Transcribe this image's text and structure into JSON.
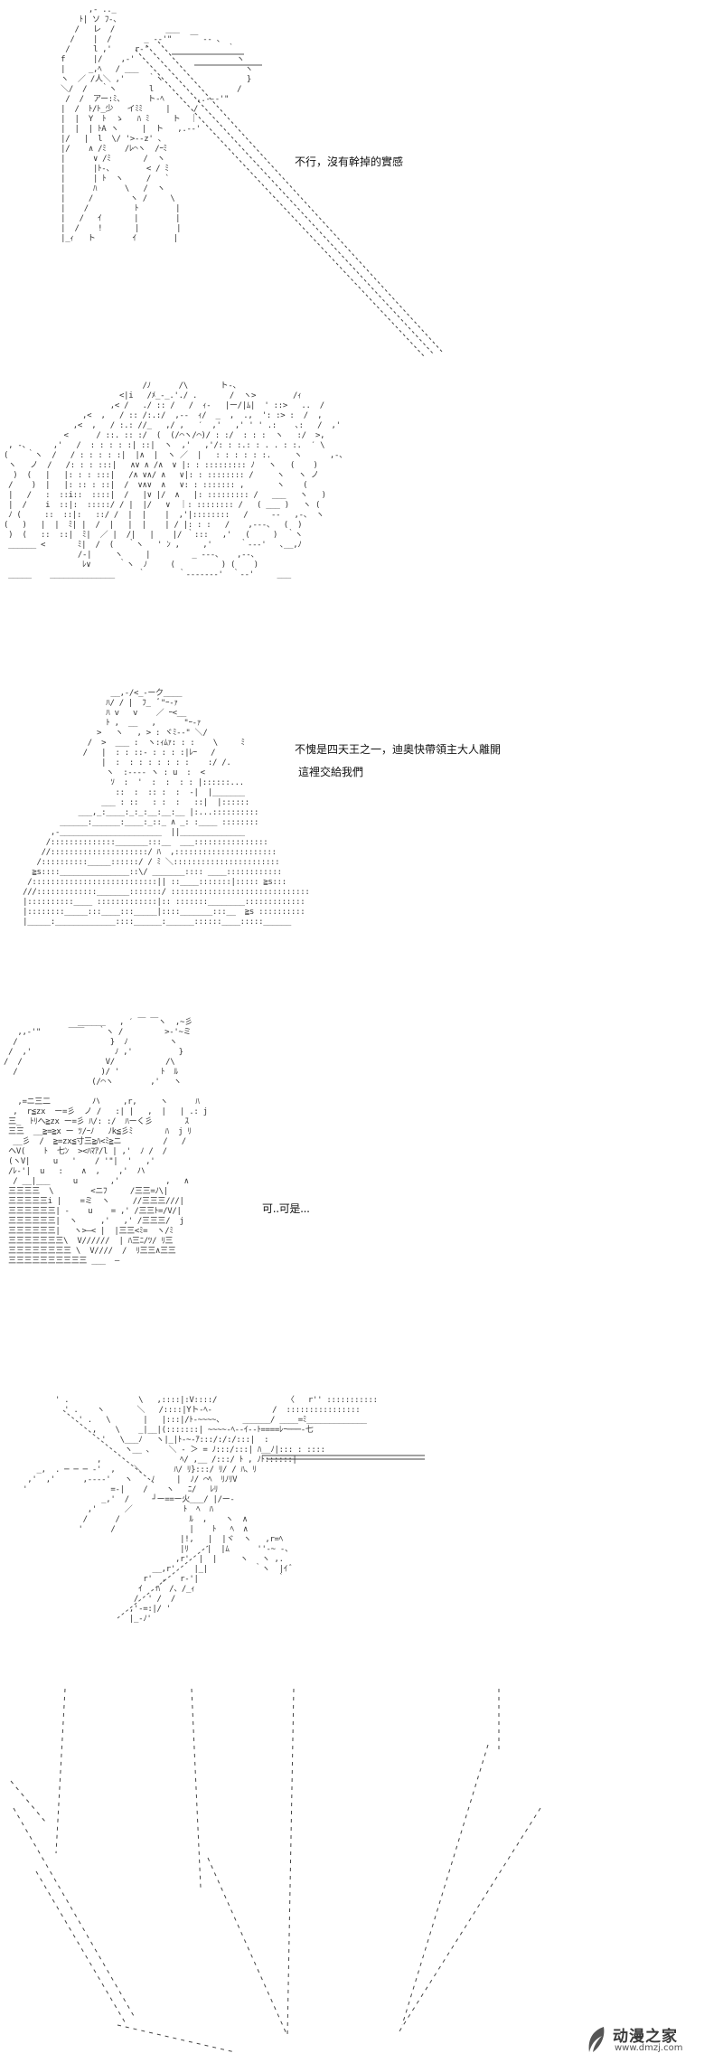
{
  "dialogue": {
    "panel1_line1": "不行，沒有幹掉的實感",
    "panel3_line1": "不愧是四天王之一，迪奧快帶領主大人離開",
    "panel3_line2": "這裡交給我們",
    "panel4_line1": "可..可是..."
  },
  "watermark": {
    "site_name": "动漫之家",
    "site_url": "www.dmzj.com",
    "logo_icon": "feather-logo-icon"
  }
}
